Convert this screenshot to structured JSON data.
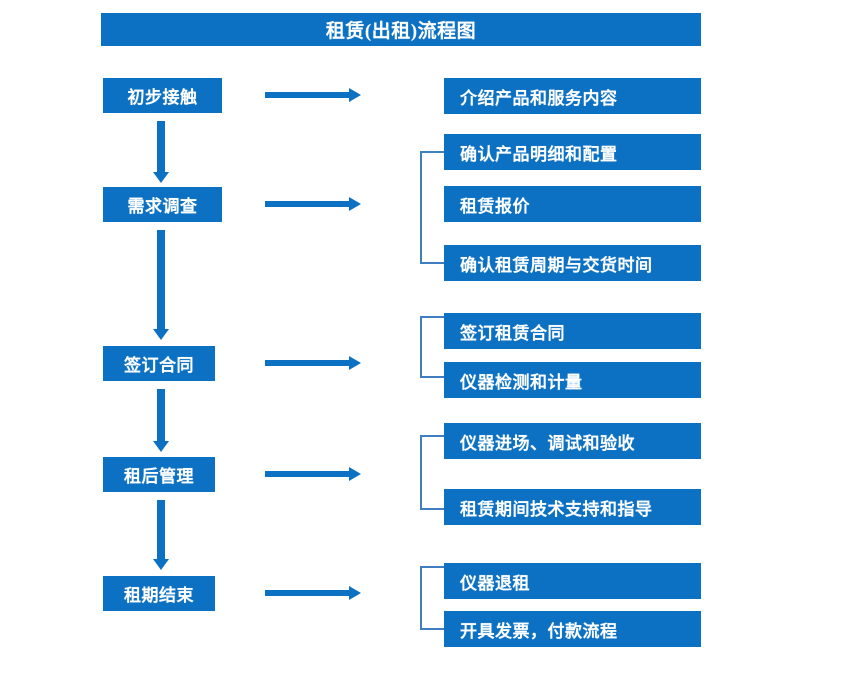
{
  "diagram": {
    "title": "租赁(出租)流程图",
    "accent_color": "#0c71c3",
    "bracket_color": "#3f7fbf",
    "text_color": "#ffffff",
    "background_color": "#ffffff",
    "stages": [
      {
        "label": "初步接触"
      },
      {
        "label": "需求调查"
      },
      {
        "label": "签订合同"
      },
      {
        "label": "租后管理"
      },
      {
        "label": "租期结束"
      }
    ],
    "details": [
      {
        "label": "介绍产品和服务内容"
      },
      {
        "label": "确认产品明细和配置"
      },
      {
        "label": "租赁报价"
      },
      {
        "label": "确认租赁周期与交货时间"
      },
      {
        "label": "签订租赁合同"
      },
      {
        "label": "仪器检测和计量"
      },
      {
        "label": "仪器进场、调试和验收"
      },
      {
        "label": "租赁期间技术支持和指导"
      },
      {
        "label": "仪器退租"
      },
      {
        "label": "开具发票，付款流程"
      }
    ]
  }
}
